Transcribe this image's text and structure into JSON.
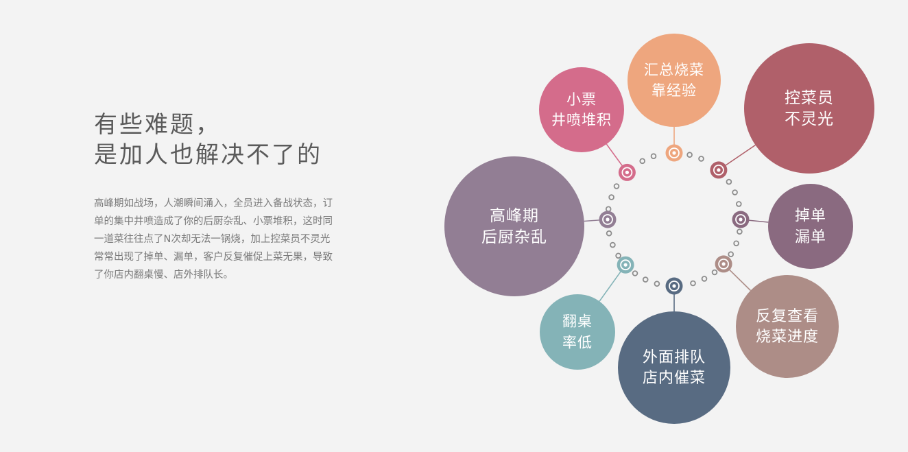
{
  "heading": {
    "line1": "有些难题，",
    "line2": "是加人也解决不了的"
  },
  "description": {
    "lines": [
      "高峰期如战场，人潮瞬间涌入，全员进入备战状态，订",
      "单的集中井喷造成了你的后厨杂乱、小票堆积，这时同",
      "一道菜往往点了N次却无法一锅烧，加上控菜员不灵光",
      "常常出现了掉单、漏单，客户反复催促上菜无果，导致",
      "了你店内翻桌慢、店外排队长。"
    ]
  },
  "diagram": {
    "nodes": [
      {
        "id": "peak",
        "lines": [
          "高峰期",
          "后厨杂乱"
        ],
        "color": "#927e94"
      },
      {
        "id": "tickets",
        "lines": [
          "小票",
          "井喷堆积"
        ],
        "color": "#d46c8b"
      },
      {
        "id": "summary",
        "lines": [
          "汇总烧菜",
          "靠经验"
        ],
        "color": "#eea67e"
      },
      {
        "id": "controller",
        "lines": [
          "控菜员",
          "不灵光"
        ],
        "color": "#b0606a"
      },
      {
        "id": "drop",
        "lines": [
          "掉单",
          "漏单"
        ],
        "color": "#8a6a80"
      },
      {
        "id": "check",
        "lines": [
          "反复查看",
          "烧菜进度"
        ],
        "color": "#ad8d87"
      },
      {
        "id": "queue",
        "lines": [
          "外面排队",
          "店内催菜"
        ],
        "color": "#586b82"
      },
      {
        "id": "turnover",
        "lines": [
          "翻桌",
          "率低"
        ],
        "color": "#84b3b7"
      }
    ]
  }
}
